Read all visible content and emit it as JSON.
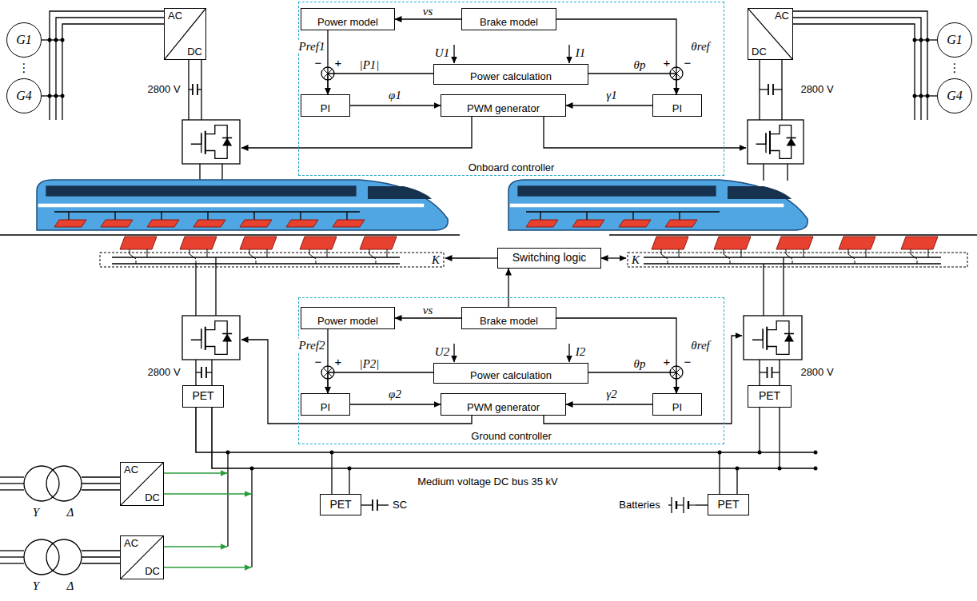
{
  "diagram": {
    "nodes": [
      {
        "text": [
          "Onboard controller"
        ]
      },
      {
        "text": [
          "Power model"
        ],
        "in": 0
      },
      {
        "text": [
          "Brake model"
        ],
        "in": 0
      },
      {
        "text": [
          "Power calculation"
        ],
        "in": 0
      },
      {
        "text": [
          "PI"
        ],
        "in": 0
      },
      {
        "text": [
          "PWM generator"
        ],
        "in": 0
      },
      {
        "text": [
          "PI"
        ],
        "in": 0
      },
      {
        "text": [
          "Ground controller"
        ]
      },
      {
        "text": [
          "Power model"
        ],
        "in": 7
      },
      {
        "text": [
          "Brake model"
        ],
        "in": 7
      },
      {
        "text": [
          "Power calculation"
        ],
        "in": 7
      },
      {
        "text": [
          "PI"
        ],
        "in": 7
      },
      {
        "text": [
          "PWM generator"
        ],
        "in": 7
      },
      {
        "text": [
          "PI"
        ],
        "in": 7
      },
      {
        "text": [
          "Switching logic"
        ]
      },
      {
        "text": [
          "AC",
          "DC"
        ]
      },
      {
        "text": [
          "AC",
          "DC"
        ]
      },
      {
        "text": [
          "G1"
        ]
      },
      {
        "text": [
          "G4"
        ]
      },
      {
        "text": [
          "G1"
        ]
      },
      {
        "text": [
          "G4"
        ]
      },
      {
        "text": [
          "PET"
        ]
      },
      {
        "text": [
          "PET"
        ]
      },
      {
        "text": [
          "PET"
        ]
      },
      {
        "text": [
          "PET"
        ]
      },
      {
        "text": [
          "AC",
          "DC"
        ]
      },
      {
        "text": [
          "AC",
          "DC"
        ]
      }
    ],
    "edges": [
      {
        "from": 2,
        "to": 1,
        "label": "vs",
        "arrow": "to"
      },
      {
        "from": 1,
        "to": 4,
        "label": "Pref1",
        "arrow": "to"
      },
      {
        "from": 3,
        "to": 4,
        "label": "|P1|",
        "arrow": "to"
      },
      {
        "from": 2,
        "to": 6,
        "label": "θref",
        "arrow": "to"
      },
      {
        "from": 3,
        "to": 6,
        "label": "θp",
        "arrow": "to"
      },
      {
        "from": 4,
        "to": 5,
        "label": "φ1",
        "arrow": "to"
      },
      {
        "from": 6,
        "to": 5,
        "label": "γ1",
        "arrow": "to"
      },
      {
        "from": 9,
        "to": 8,
        "label": "vs",
        "arrow": "to"
      },
      {
        "from": 8,
        "to": 11,
        "label": "Pref2",
        "arrow": "to"
      },
      {
        "from": 10,
        "to": 11,
        "label": "|P2|",
        "arrow": "to"
      },
      {
        "from": 9,
        "to": 13,
        "label": "θref",
        "arrow": "to"
      },
      {
        "from": 10,
        "to": 13,
        "label": "θp",
        "arrow": "to"
      },
      {
        "from": 11,
        "to": 12,
        "label": "φ2",
        "arrow": "to"
      },
      {
        "from": 13,
        "to": 12,
        "label": "γ2",
        "arrow": "to"
      },
      {
        "from": 9,
        "to": 14,
        "arrow": "to"
      }
    ],
    "labels": [
      "U1",
      "I1",
      "−",
      "+",
      "+",
      "−",
      "U2",
      "I2",
      "−",
      "+",
      "+",
      "−",
      "2800 V",
      "2800 V",
      "2800 V",
      "2800 V",
      "⋮",
      "⋮",
      "K",
      "K",
      "Medium voltage DC bus 35 kV",
      "SC",
      "Batteries",
      "Y",
      "Δ",
      "Y",
      "Δ"
    ]
  }
}
